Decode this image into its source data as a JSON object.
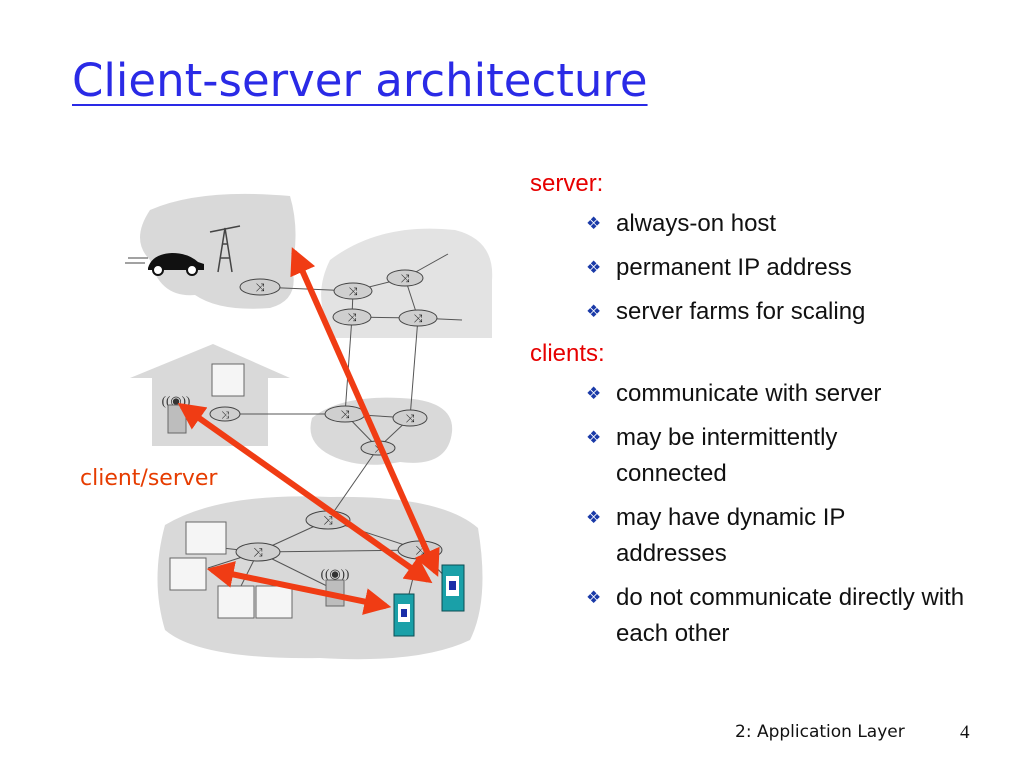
{
  "title": "Client-server architecture",
  "server_heading": "server:",
  "server_items": [
    "always-on host",
    "permanent IP address",
    "server farms for scaling"
  ],
  "clients_heading": "clients:",
  "client_items": [
    "communicate with server",
    "may be intermittently connected",
    "may have dynamic IP addresses",
    "do not communicate directly with each other"
  ],
  "diagram_label": "client/server",
  "footer": "2: Application Layer",
  "page_number": "4",
  "colors": {
    "title": "#2a2ae6",
    "heading": "#e60000",
    "arrow": "#f03c14",
    "bullet": "#1a3aa8"
  }
}
